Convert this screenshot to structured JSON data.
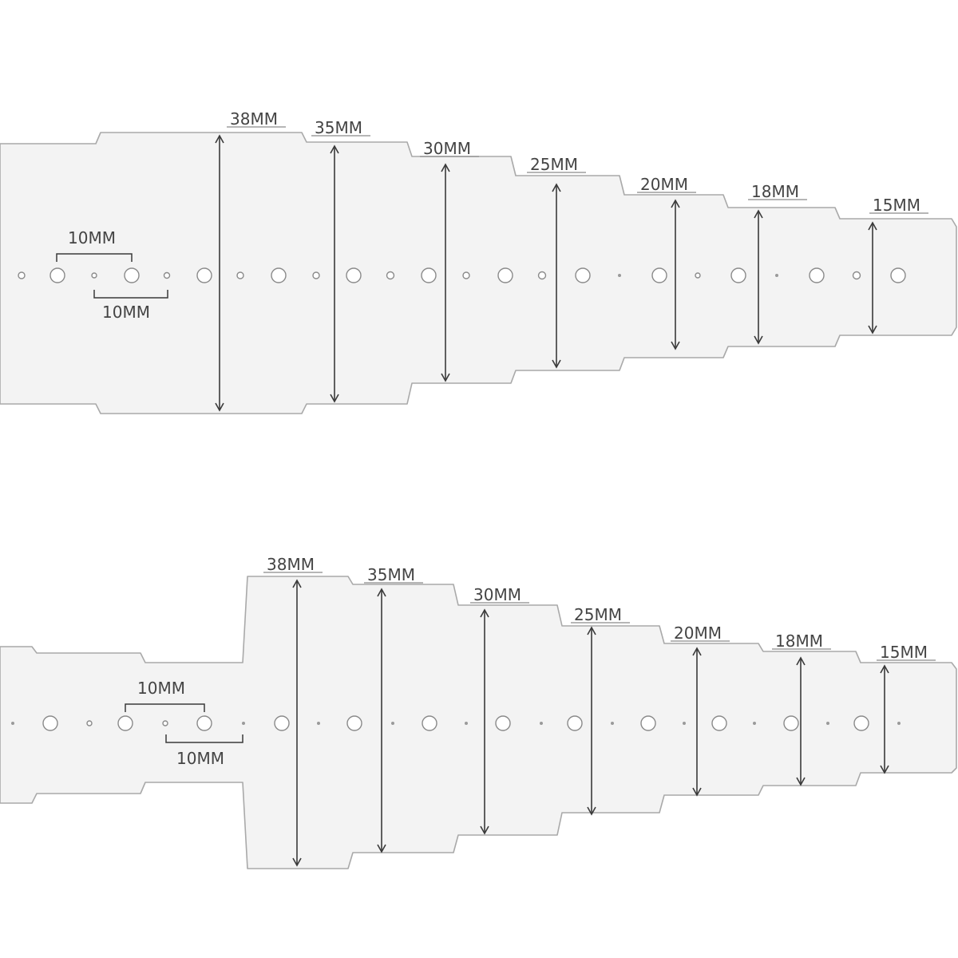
{
  "colors": {
    "template_fill": "#f3f3f3",
    "template_stroke": "#a9a9a9",
    "arrow": "#3a3a3a",
    "text": "#444444"
  },
  "templates": [
    {
      "id": "top",
      "widths": [
        "38MM",
        "35MM",
        "30MM",
        "25MM",
        "20MM",
        "18MM",
        "15MM"
      ],
      "spacing_labels": [
        "10MM",
        "10MM"
      ]
    },
    {
      "id": "bottom",
      "widths": [
        "38MM",
        "35MM",
        "30MM",
        "25MM",
        "20MM",
        "18MM",
        "15MM"
      ],
      "spacing_labels": [
        "10MM",
        "10MM"
      ]
    }
  ]
}
